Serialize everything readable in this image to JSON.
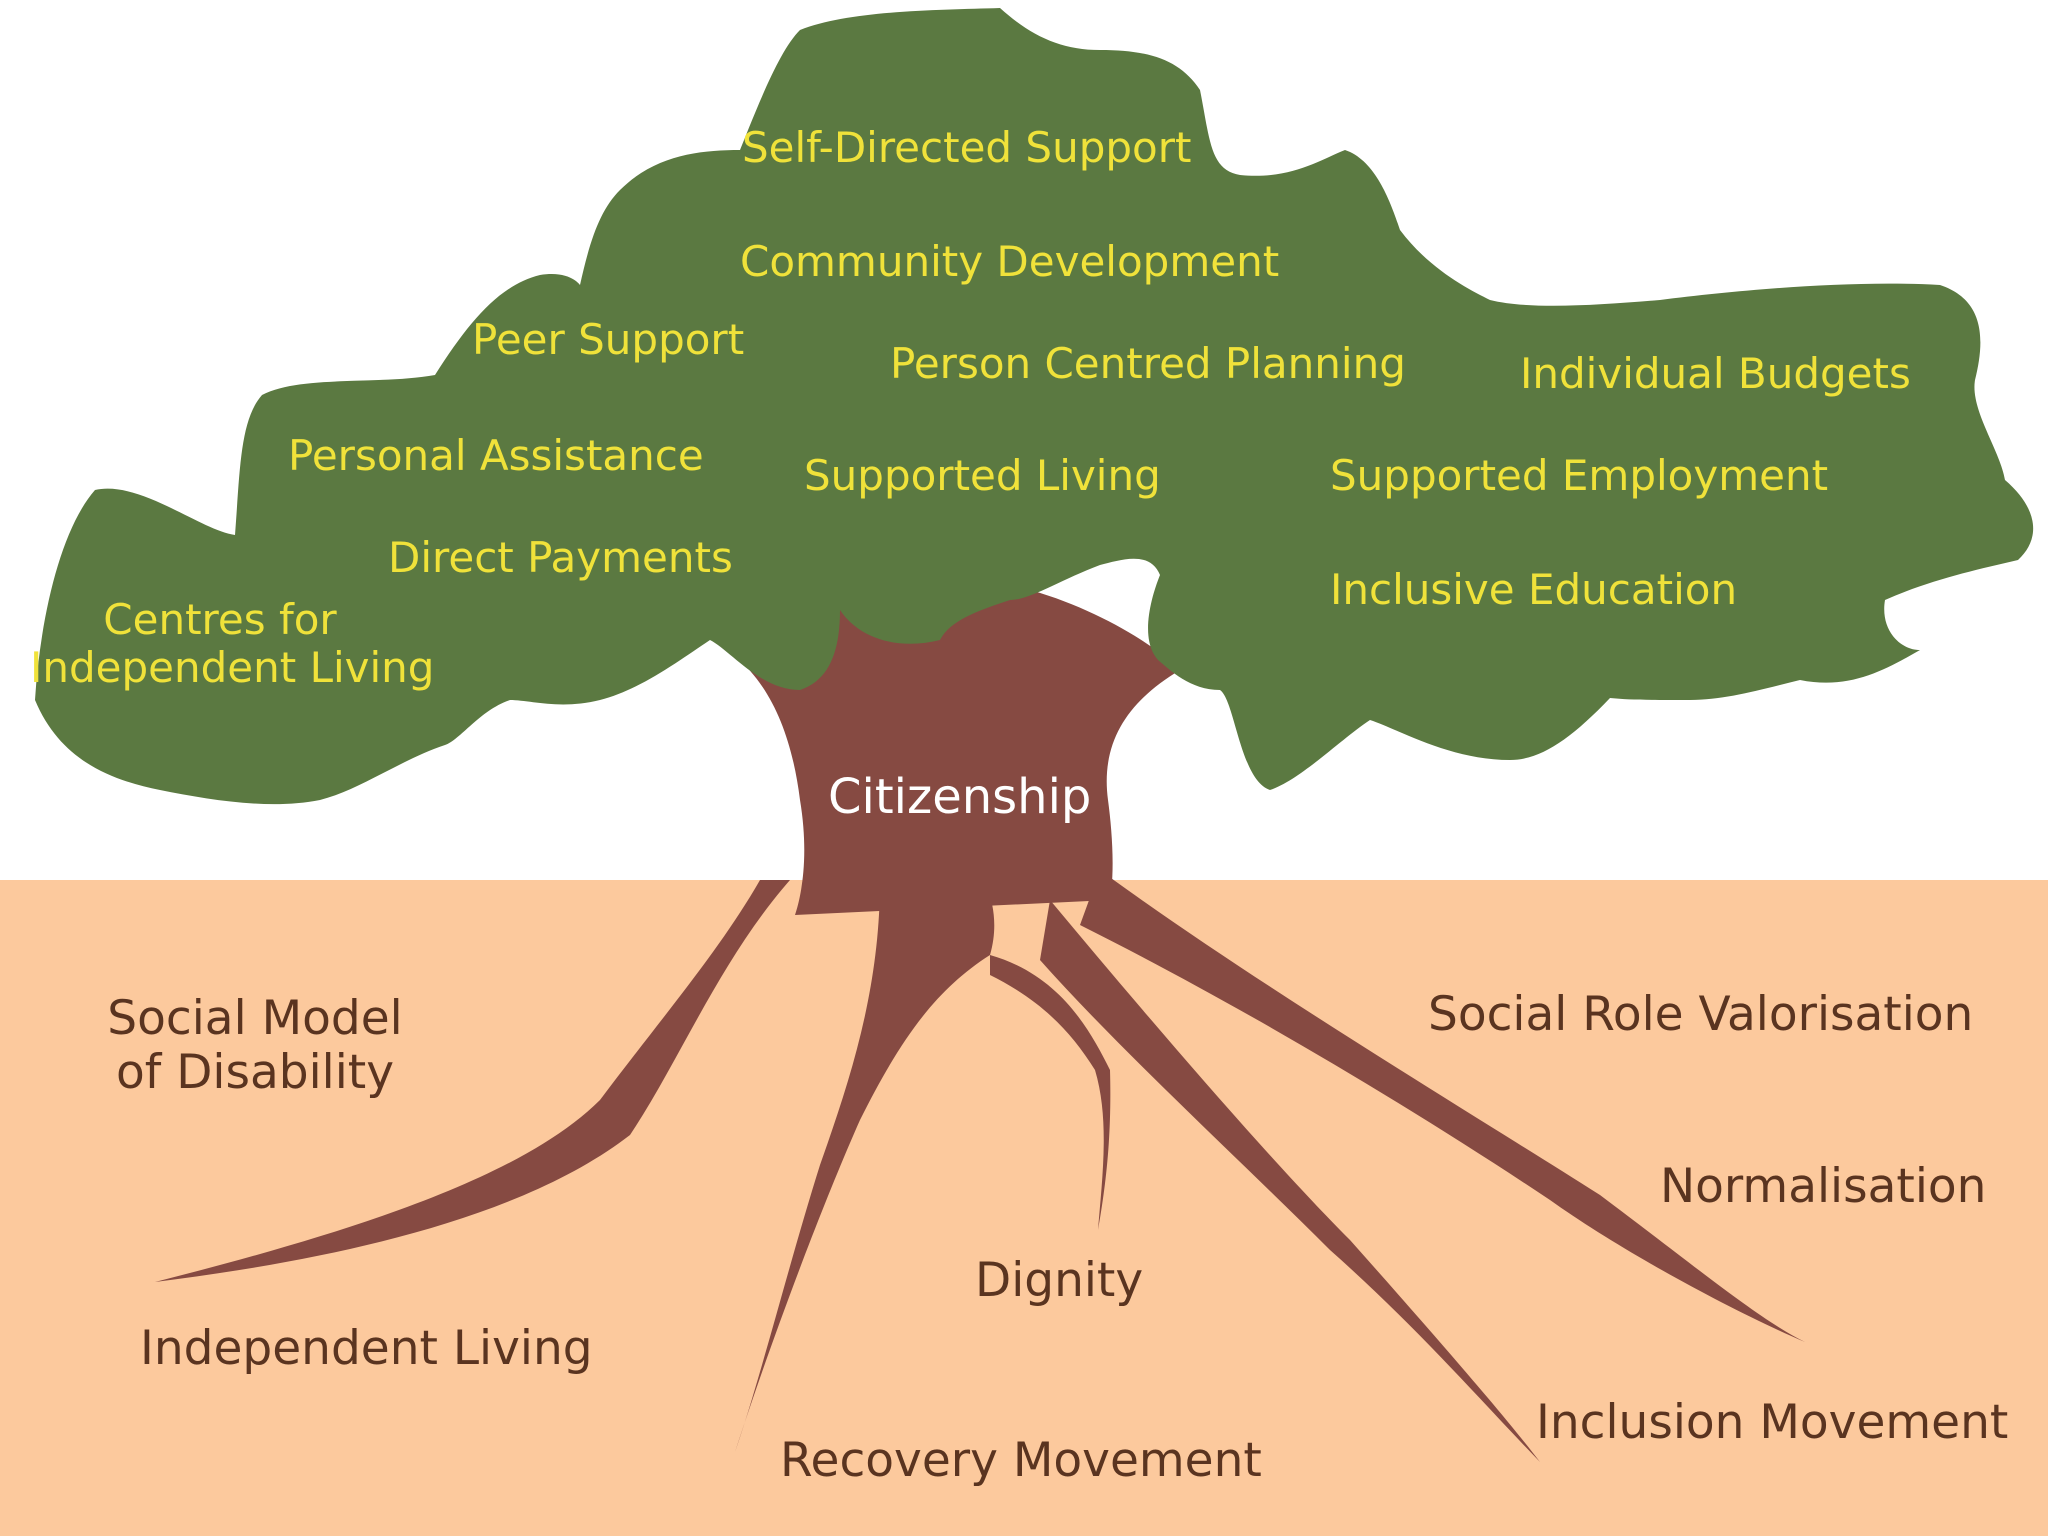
{
  "colors": {
    "sky": "#ffffff",
    "ground": "#fcc99d",
    "canopy": "#5b7941",
    "trunk": "#864a42",
    "canopy_text": "#f0e23a",
    "trunk_text": "#ffffff",
    "root_text": "#5a3420"
  },
  "canopy": {
    "self_directed_support": "Self-Directed Support",
    "community_development": "Community Development",
    "peer_support": "Peer Support",
    "person_centred_planning": "Person Centred Planning",
    "individual_budgets": "Individual Budgets",
    "personal_assistance": "Personal Assistance",
    "supported_living": "Supported Living",
    "supported_employment": "Supported Employment",
    "direct_payments": "Direct Payments",
    "inclusive_education": "Inclusive Education",
    "centres_line1": "Centres for",
    "centres_line2": "Independent Living"
  },
  "trunk": {
    "label": "Citizenship"
  },
  "roots": {
    "social_model_line1": "Social Model",
    "social_model_line2": "of Disability",
    "social_role_valorisation": "Social Role Valorisation",
    "normalisation": "Normalisation",
    "dignity": "Dignity",
    "independent_living": "Independent Living",
    "inclusion_movement": "Inclusion Movement",
    "recovery_movement": "Recovery Movement"
  }
}
